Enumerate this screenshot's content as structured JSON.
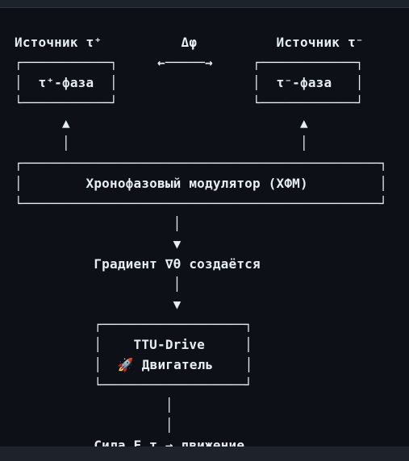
{
  "diagram": {
    "lines": [
      "Источник τ⁺          Δφ          Источник τ⁻",
      "┌───────────┐     ←─────→     ┌────────────┐",
      "│  τ⁺-фаза  │                 │  τ⁻-фаза   │",
      "└───────────┘                 └────────────┘",
      "      ▲                             ▲",
      "      │                             │",
      "┌─────────────────────────────────────────────┐",
      "│        Хронофазовый модулятор (ХФМ)         │",
      "└─────────────────────────────────────────────┘",
      "                    │",
      "                    ▼",
      "          Градиент ∇θ создаётся",
      "                    │",
      "                    ▼",
      "          ┌──────────────────┐",
      "          │    TTU-Drive     │",
      "          │  🚀 Двигатель    │",
      "          └──────────────────┘",
      "                   │",
      "                   │",
      "          Сила F_τ → движение"
    ]
  }
}
